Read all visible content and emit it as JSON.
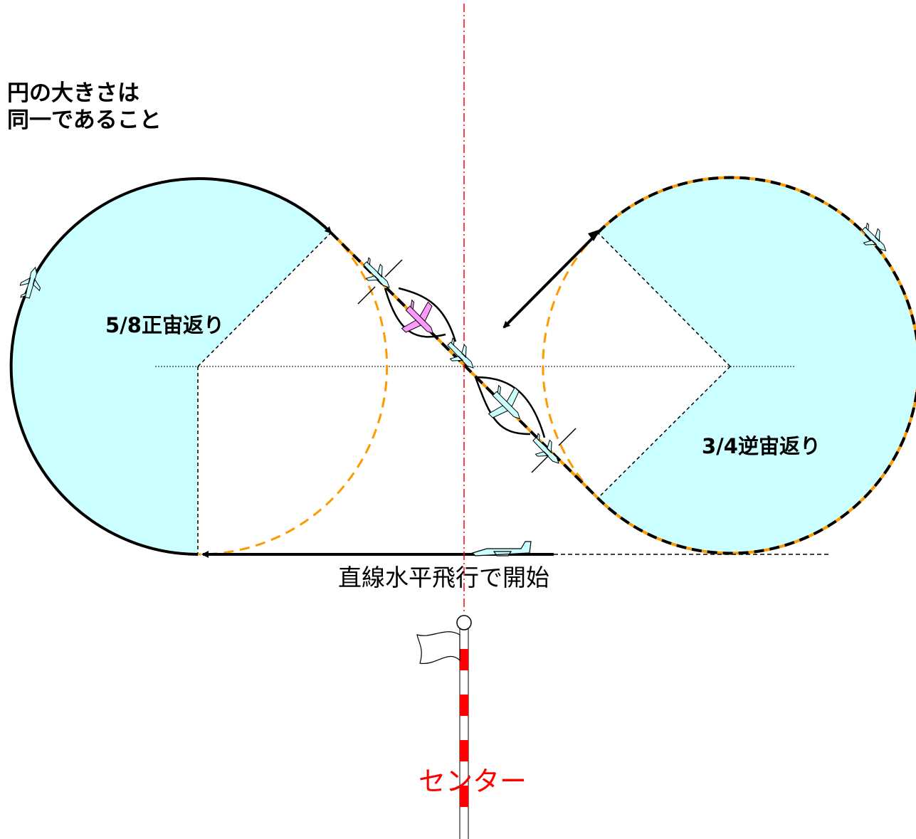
{
  "note": {
    "line1": "円の大きさは",
    "line2": "同一であること"
  },
  "maneuvers": {
    "left": "5/8正宙返り",
    "right": "3/4逆宙返り"
  },
  "start_label": "直線水平飛行で開始",
  "center_label": "センター",
  "colors": {
    "loop_fill": "#ccffff",
    "orange_dash": "#ff9900",
    "center_line": "#ff0000",
    "aircraft": "#ccffff",
    "aircraft_highlight": "#ff99ff",
    "pole_red": "#ff0000"
  },
  "icons": [
    "airplane-icon",
    "flag-icon",
    "center-pole-icon"
  ]
}
